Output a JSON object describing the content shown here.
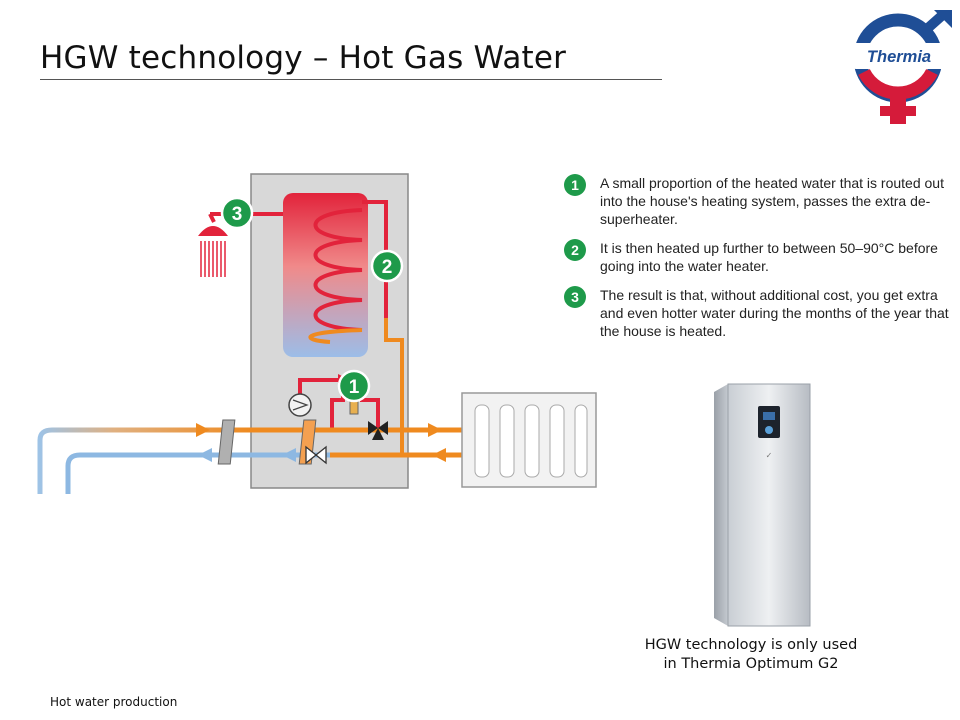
{
  "title": "HGW technology – Hot Gas Water",
  "logo": {
    "text": "Thermia"
  },
  "diagram": {
    "markers": [
      "1",
      "2",
      "3"
    ]
  },
  "steps": [
    {
      "number": "1",
      "text": "A small proportion of the heated water that is routed out into the house's heating system, passes the extra de-superheater."
    },
    {
      "number": "2",
      "text": "It is then heated up further to between 50–90°C before going into the water heater."
    },
    {
      "number": "3",
      "text": "The result is that, without additional cost, you get extra and even hotter water during the months of the year that the house is heated."
    }
  ],
  "caption": {
    "line1": "HGW technology is only used",
    "line2": "in Thermia Optimum G2"
  },
  "footer": "Hot water production",
  "colors": {
    "hot_red": "#e2233b",
    "orange": "#ef8a1f",
    "cold_blue": "#8db8e2",
    "green_badge": "#1e9a4a",
    "panel_grey": "#d8d8d8",
    "logo_blue": "#1f4e96",
    "logo_red": "#d51b3a"
  },
  "icons": [
    "thermia-logo",
    "shower-icon",
    "compressor-icon",
    "valve-icon",
    "expansion-valve-icon",
    "heat-exchanger-icon",
    "radiator-icon",
    "heat-pump-product"
  ]
}
